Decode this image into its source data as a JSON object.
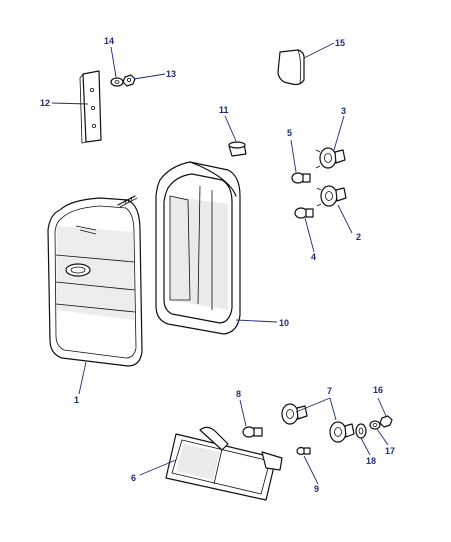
{
  "callouts": [
    {
      "id": "c1",
      "label": "1"
    },
    {
      "id": "c2",
      "label": "2"
    },
    {
      "id": "c3",
      "label": "3"
    },
    {
      "id": "c4",
      "label": "4"
    },
    {
      "id": "c5",
      "label": "5"
    },
    {
      "id": "c6",
      "label": "6"
    },
    {
      "id": "c7",
      "label": "7"
    },
    {
      "id": "c8",
      "label": "8"
    },
    {
      "id": "c9",
      "label": "9"
    },
    {
      "id": "c10",
      "label": "10"
    },
    {
      "id": "c11",
      "label": "11"
    },
    {
      "id": "c12",
      "label": "12"
    },
    {
      "id": "c13",
      "label": "13"
    },
    {
      "id": "c14",
      "label": "14"
    },
    {
      "id": "c15",
      "label": "15"
    },
    {
      "id": "c16",
      "label": "16"
    },
    {
      "id": "c17",
      "label": "17"
    },
    {
      "id": "c18",
      "label": "18"
    }
  ],
  "colors": {
    "callout": "#1f2a7a",
    "line": "#111111"
  }
}
